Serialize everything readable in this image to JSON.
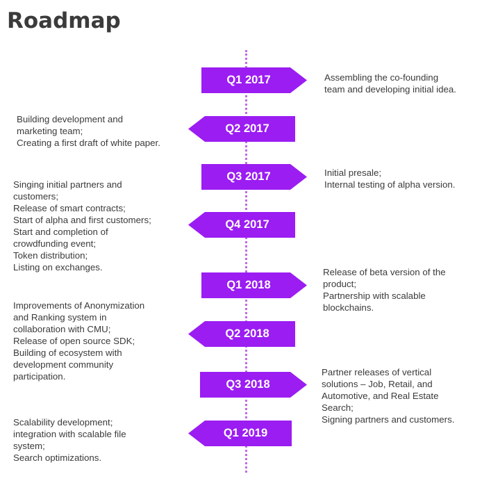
{
  "title": "Roadmap",
  "milestones": [
    {
      "quarter": "Q1 2017",
      "lines": [
        "Assembling the co-founding",
        "team and developing initial idea."
      ]
    },
    {
      "quarter": "Q2 2017",
      "lines": [
        "Building development and",
        "marketing team;",
        "Creating a first draft of white paper."
      ]
    },
    {
      "quarter": "Q3 2017",
      "lines": [
        "Initial presale;",
        "Internal testing of alpha version."
      ]
    },
    {
      "quarter": "Q4 2017",
      "lines": [
        "Singing initial partners and",
        "customers;",
        "Release of smart contracts;",
        "Start of alpha and first customers;",
        "Start and completion of",
        "crowdfunding event;",
        "Token distribution;",
        "Listing on exchanges."
      ]
    },
    {
      "quarter": "Q1 2018",
      "lines": [
        "Release of beta version of the",
        "product;",
        "Partnership with scalable",
        "blockchains."
      ]
    },
    {
      "quarter": "Q2 2018",
      "lines": [
        "Improvements of Anonymization",
        "and Ranking system in",
        "collaboration with CMU;",
        "Release of open source SDK;",
        "Building of ecosystem with",
        "development community",
        "participation."
      ]
    },
    {
      "quarter": "Q3 2018",
      "lines": [
        "Partner releases of vertical",
        "solutions – Job, Retail, and",
        "Automotive, and Real Estate",
        "Search;",
        "Signing partners and customers."
      ]
    },
    {
      "quarter": "Q1 2019",
      "lines": [
        "Scalability development;",
        "integration with scalable file",
        "system;",
        "Search optimizations."
      ]
    }
  ],
  "colors": {
    "accent": "#9b1df2",
    "axis": "#c06ae8",
    "text": "#3a3a3a"
  }
}
